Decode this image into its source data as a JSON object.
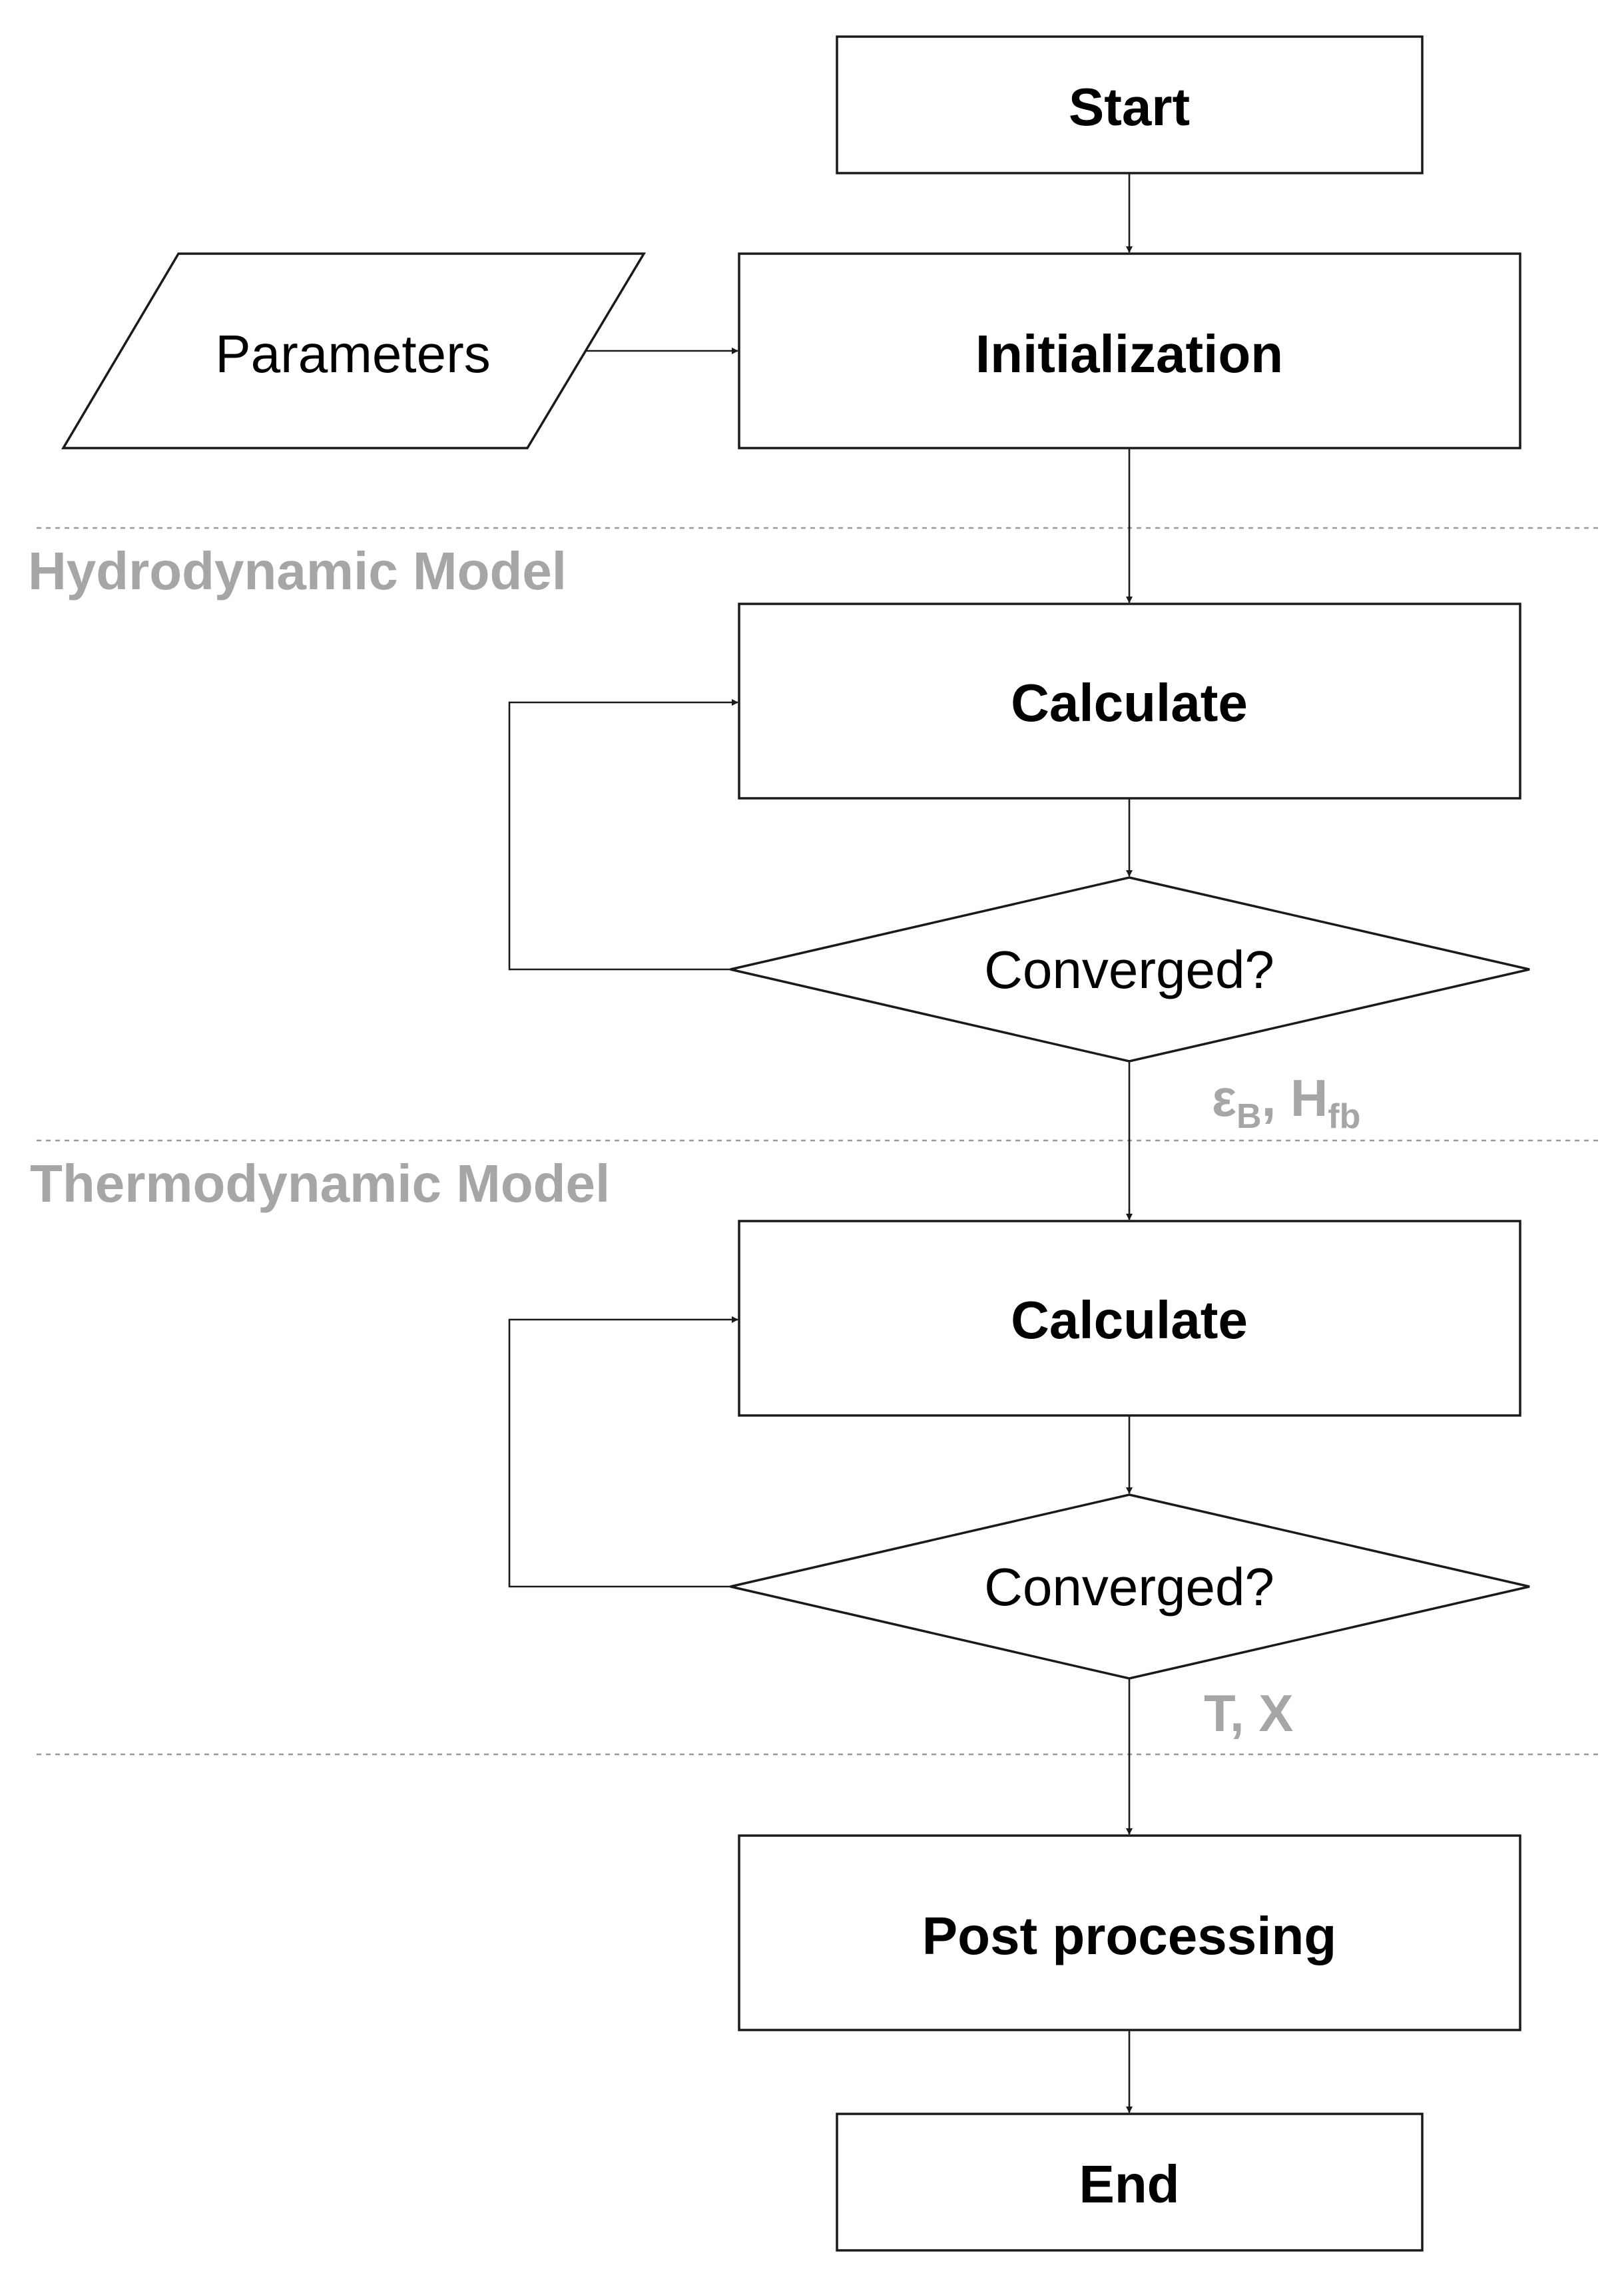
{
  "nodes": {
    "start": "Start",
    "parameters": "Parameters",
    "initialization": "Initialization",
    "hydro_calculate": "Calculate",
    "hydro_converged": "Converged?",
    "thermo_calculate": "Calculate",
    "thermo_converged": "Converged?",
    "post_processing": "Post processing",
    "end": "End"
  },
  "sections": {
    "hydrodynamic": "Hydrodynamic Model",
    "thermodynamic": "Thermodynamic Model"
  },
  "outputs": {
    "hydro": {
      "var1_base": "ε",
      "var1_sub": "B",
      "separator": ", ",
      "var2_base": "H",
      "var2_sub": "fb"
    },
    "thermo": "T, X"
  },
  "colors": {
    "shape_stroke": "#1a1a1a",
    "section_label": "#a6a6a6",
    "separator_line": "#9a9a9a"
  }
}
